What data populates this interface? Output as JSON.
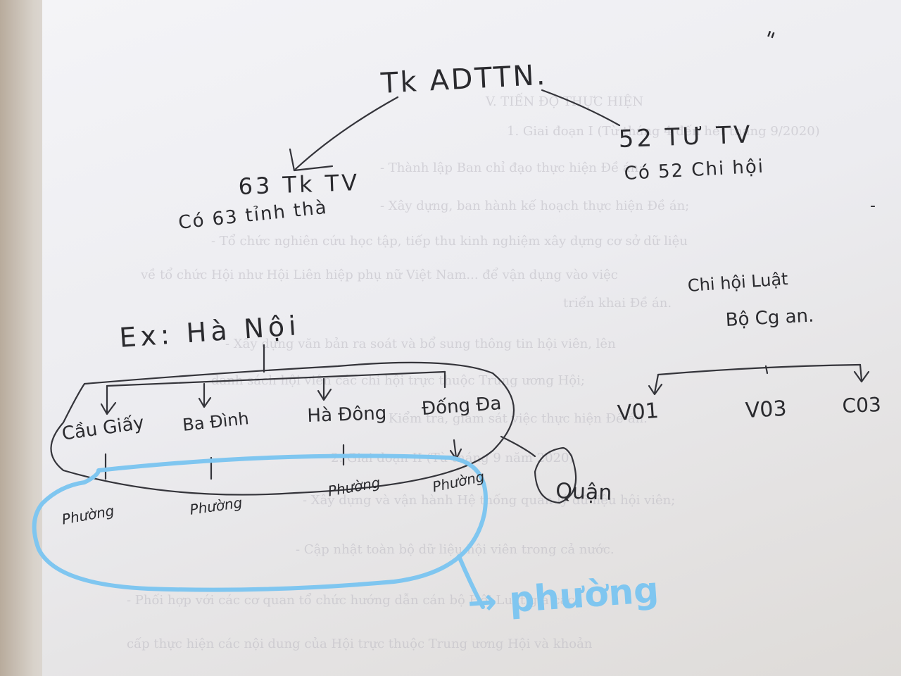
{
  "photo": {
    "kind": "photo of handwritten sketch on printed paper",
    "colors": {
      "pencil": "#2a2a2e",
      "highlight": "#7fc6f0",
      "paper": "#eeeef2"
    }
  },
  "handwriting": {
    "root": "Tk ADTTN.",
    "left_branch": {
      "count": "63 Tk TV",
      "note": "Có 63 tỉnh thà"
    },
    "right_branch": {
      "count": "52 TƯ TV",
      "note": "Có 52 Chi hội"
    },
    "right_group": {
      "label_line1": "Chi hội Luật",
      "label_line2": "Bộ Cg an."
    },
    "right_children": [
      "V01",
      "V03",
      "C03"
    ],
    "example_label": "Ex: Hà Nội",
    "districts": [
      "Cầu Giấy",
      "Ba Đình",
      "Hà Đông",
      "Đống Đa"
    ],
    "wards": [
      "Phường",
      "Phường",
      "Phường",
      "Phường"
    ],
    "quan": "Quận",
    "corner_marks": [
      "\"",
      "-"
    ],
    "blue_label": "→ phường"
  },
  "printed_background": [
    "V. TIẾN ĐỘ THỰC HIỆN",
    "1. Giai đoạn I (Từ tháng 4 đến hết tháng 9/2020)",
    "- Thành lập Ban chỉ đạo thực hiện Đề án;",
    "- Xây dựng, ban hành kế hoạch thực hiện Đề án;",
    "- Tổ chức nghiên cứu học tập, tiếp thu kinh nghiệm xây dựng cơ sở dữ liệu",
    "về tổ chức Hội như Hội Liên hiệp phụ nữ Việt Nam... để vận dụng vào việc",
    "triển khai Đề án.",
    "- Xây dựng văn bản ra soát và bổ sung thông tin hội viên, lên",
    "danh sách hội viên các chi hội trực thuộc Trung ương Hội;",
    "- Kiểm tra, giám sát việc thực hiện Đề án.",
    "2. Giai đoạn II (Từ tháng 9 năm 2020)",
    "- Xây dựng và vận hành Hệ thống quản lý dữ liệu hội viên;",
    "- Cập nhật toàn bộ dữ liệu hội viên trong cả nước.",
    "- Phối hợp với các cơ quan tổ chức hướng dẫn cán bộ Hội Luật gia các",
    "cấp thực hiện các nội dung của Hội trực thuộc Trung ương Hội và khoản"
  ]
}
